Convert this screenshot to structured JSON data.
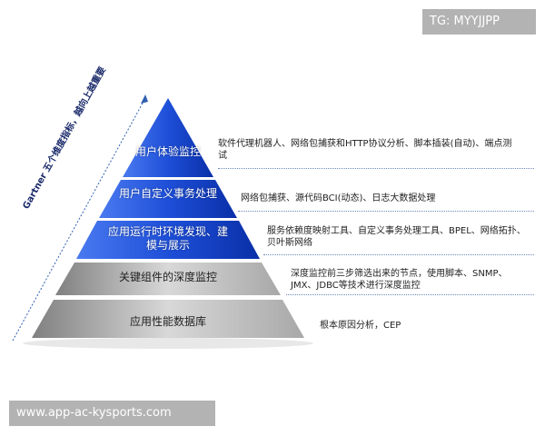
{
  "watermark_top": "TG: MYYJJPP",
  "watermark_bottom": "www.app-ac-kysports.com",
  "axis_label": "Gartner 五个维度指标，越向上越重要",
  "colors": {
    "blue": "#1e4fd8",
    "grey": "#9a9a9a",
    "dotted": "#6a8ab8"
  },
  "tiers": [
    {
      "label": "用户体验监控",
      "description": "软件代理机器人、网络包捕获和HTTP协议分析、脚本插装(自动)、端点测试"
    },
    {
      "label": "用户自定义事务处理",
      "description": "网络包捕获、源代码BCI(动态)、日志大数据处理"
    },
    {
      "label": "应用运行时环境发现、建模与展示",
      "description": "服务依赖度映射工具、自定义事务处理工具、BPEL、网络拓扑、贝叶斯网络"
    },
    {
      "label": "关键组件的深度监控",
      "description": "深度监控前三步筛选出来的节点，使用脚本、SNMP、JMX、JDBC等技术进行深度监控"
    },
    {
      "label": "应用性能数据库",
      "description": "根本原因分析，CEP"
    }
  ]
}
